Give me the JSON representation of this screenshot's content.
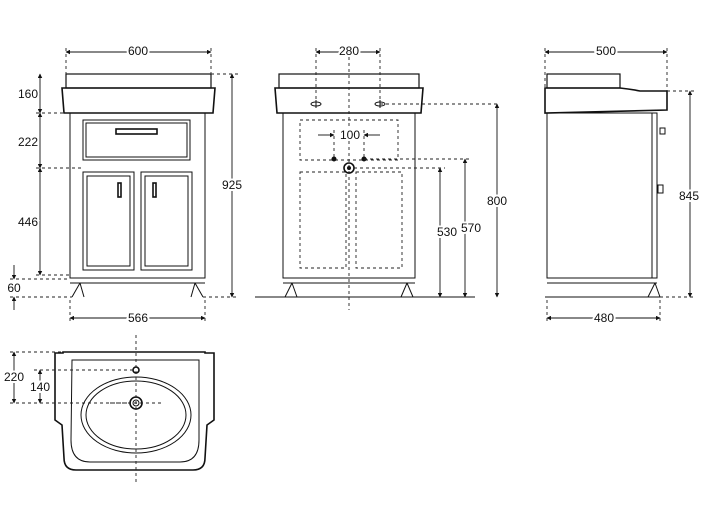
{
  "front_view": {
    "width_top": "600",
    "width_bottom": "566",
    "h_basin": "160",
    "h_drawer": "222",
    "h_doors": "446",
    "h_legs": "60",
    "h_total": "925"
  },
  "back_view": {
    "holes_spacing": "280",
    "outlets_spacing": "100",
    "h_530": "530",
    "h_570": "570",
    "h_800": "800"
  },
  "side_view": {
    "depth_top": "500",
    "depth_bottom": "480",
    "h_total": "845"
  },
  "top_view": {
    "d_220": "220",
    "d_140": "140"
  }
}
